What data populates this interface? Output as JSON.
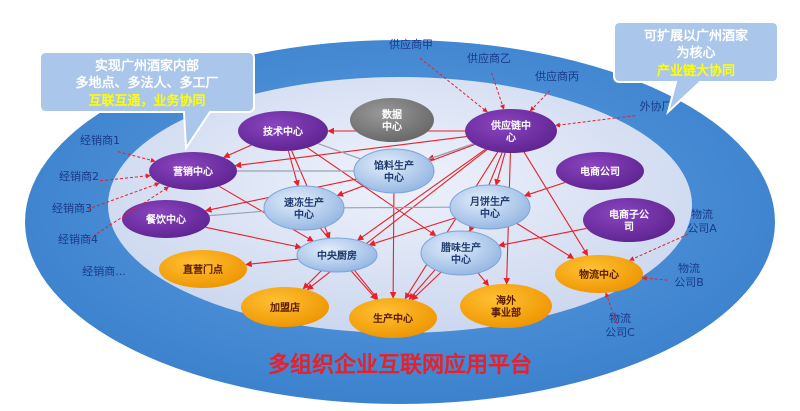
{
  "diagram": {
    "platform_title": "多组织企业互联网应用平台",
    "callout_left": {
      "lines": [
        "实现广州酒家内部",
        "多地点、多法人、多工厂"
      ],
      "highlight": "互联互通，业务协同"
    },
    "callout_right": {
      "lines": [
        "可扩展以广州酒家",
        "为核心"
      ],
      "highlight": "产业链大协同"
    },
    "nodes": {
      "data_center": [
        "数据",
        "中心"
      ],
      "tech_center": [
        "技术中心"
      ],
      "supply_center": [
        "供应链中",
        "心"
      ],
      "marketing_center": [
        "营销中心"
      ],
      "filling_production": [
        "馅料生产",
        "中心"
      ],
      "ecommerce_company": [
        "电商公司"
      ],
      "frozen_production": [
        "速冻生产",
        "中心"
      ],
      "mooncake_production": [
        "月饼生产",
        "中心"
      ],
      "catering_center": [
        "餐饮中心"
      ],
      "ecommerce_subsidiary": [
        "电商子公",
        "司"
      ],
      "central_kitchen": [
        "中央厨房"
      ],
      "cured_production": [
        "腊味生产",
        "中心"
      ],
      "direct_store": [
        "直营门点"
      ],
      "logistics_center": [
        "物流中心"
      ],
      "franchise_store": [
        "加盟店"
      ],
      "production_center": [
        "生产中心"
      ],
      "overseas_division": [
        "海外",
        "事业部"
      ]
    },
    "external": {
      "supplier_a": "供应商甲",
      "supplier_b": "供应商乙",
      "supplier_c": "供应商丙",
      "outsourcing_factory": "外协厂",
      "dealer_1": "经销商1",
      "dealer_2": "经销商2",
      "dealer_3": "经销商3",
      "dealer_4": "经销商4",
      "dealer_more": "经销商...",
      "logistics_a": [
        "物流",
        "公司A"
      ],
      "logistics_b": [
        "物流",
        "公司B"
      ],
      "logistics_c": [
        "物流",
        "公司C"
      ]
    }
  },
  "colors": {
    "outer_ring": "#4a90d6",
    "inner_area": "#d2dbf0",
    "purple_node": "#7030a0",
    "blue_node": "#a9c6ea",
    "orange_node": "#f5a000",
    "gray_node": "#777777",
    "arrow": "#e8202a",
    "title": "#e8202a",
    "callout_fill": "#aac6ea",
    "callout_highlight": "#ffff00"
  }
}
